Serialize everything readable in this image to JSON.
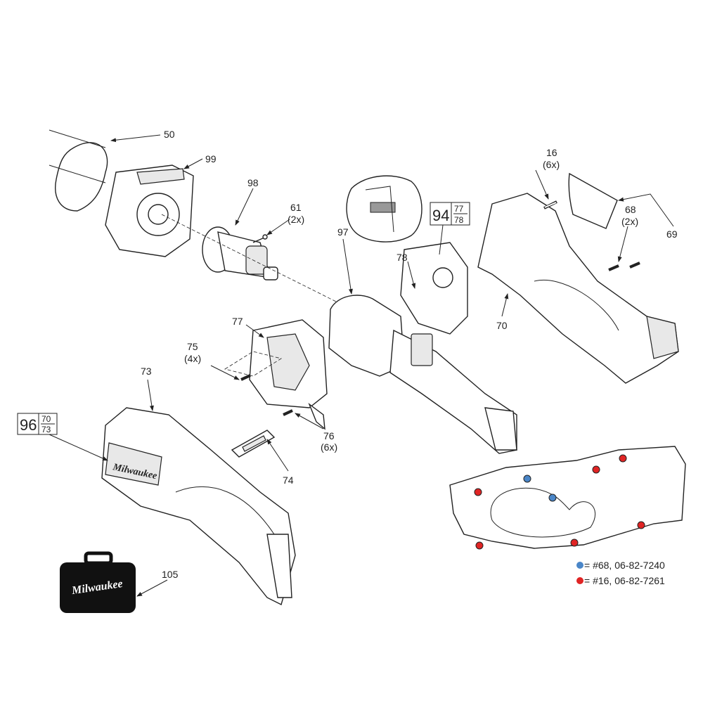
{
  "title": "Exploded parts diagram",
  "labels": {
    "p50": "50",
    "p99": "99",
    "p98": "98",
    "p61": "61",
    "p61q": "(2x)",
    "p97": "97",
    "p78": "78",
    "p16": "16",
    "p16q": "(6x)",
    "p68": "68",
    "p68q": "(2x)",
    "p69": "69",
    "p70": "70",
    "p77": "77",
    "p75": "75",
    "p75q": "(4x)",
    "p73": "73",
    "p76": "76",
    "p76q": "(6x)",
    "p74": "74",
    "p105": "105"
  },
  "kits": [
    {
      "main": "94",
      "top": "77",
      "bottom": "78"
    },
    {
      "main": "96",
      "top": "70",
      "bottom": "73"
    }
  ],
  "logo_text": "Milwaukee",
  "legend": [
    {
      "color": "#4a86c8",
      "text": "= #68, 06-82-7240"
    },
    {
      "color": "#e02424",
      "text": "= #16, 06-82-7261"
    }
  ]
}
